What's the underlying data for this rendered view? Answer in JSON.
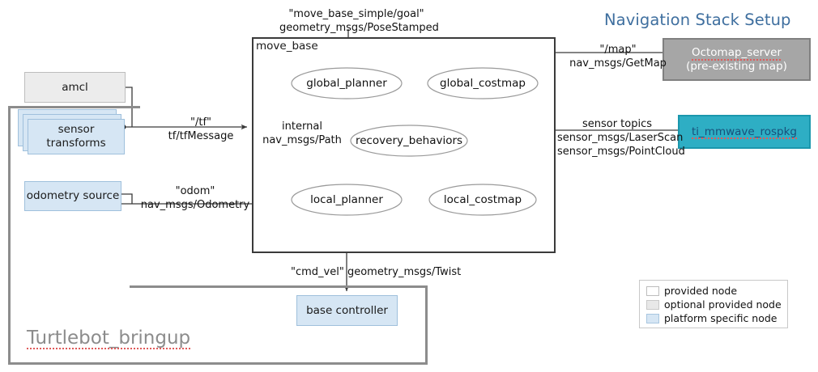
{
  "title": "Navigation Stack Setup",
  "movebase": {
    "label": "move_base",
    "nodes": [
      {
        "id": "global_planner",
        "label": "global_planner"
      },
      {
        "id": "global_costmap",
        "label": "global_costmap"
      },
      {
        "id": "recovery_behaviors",
        "label": "recovery_behaviors"
      },
      {
        "id": "local_planner",
        "label": "local_planner"
      },
      {
        "id": "local_costmap",
        "label": "local_costmap"
      }
    ],
    "internal_label_line1": "internal",
    "internal_label_line2": "nav_msgs/Path"
  },
  "external_nodes": {
    "amcl": "amcl",
    "sensor_transforms": "sensor transforms",
    "odometry_source": "odometry source",
    "base_controller": "base controller",
    "octomap_line1": "Octomap_server",
    "octomap_line2": "(pre-existing  map)",
    "mmwave": "ti_mmwave_rospkg"
  },
  "topics": {
    "goal_line1": "\"move_base_simple/goal\"",
    "goal_line2": "geometry_msgs/PoseStamped",
    "tf_line1": "\"/tf\"",
    "tf_line2": "tf/tfMessage",
    "odom_line1": "\"odom\"",
    "odom_line2": "nav_msgs/Odometry",
    "map_line1": "\"/map\"",
    "map_line2": "nav_msgs/GetMap",
    "sensor_line1": "sensor topics",
    "sensor_line2": "sensor_msgs/LaserScan",
    "sensor_line3": "sensor_msgs/PointCloud",
    "cmdvel": "\"cmd_vel\"  geometry_msgs/Twist"
  },
  "groups": {
    "bringup_caption": "Turtlebot_bringup"
  },
  "legend": {
    "items": [
      {
        "swatch": "white",
        "label": "provided node"
      },
      {
        "swatch": "gray",
        "label": "optional provided node"
      },
      {
        "swatch": "blue",
        "label": "platform specific node"
      }
    ]
  },
  "colors": {
    "title": "#3f6f9f",
    "teal": "#2eaec4",
    "gray_node": "#a6a6a6",
    "blue_node": "#d6e6f4",
    "frame": "#8c8c8c",
    "spellcheck": "#e05a5a"
  }
}
